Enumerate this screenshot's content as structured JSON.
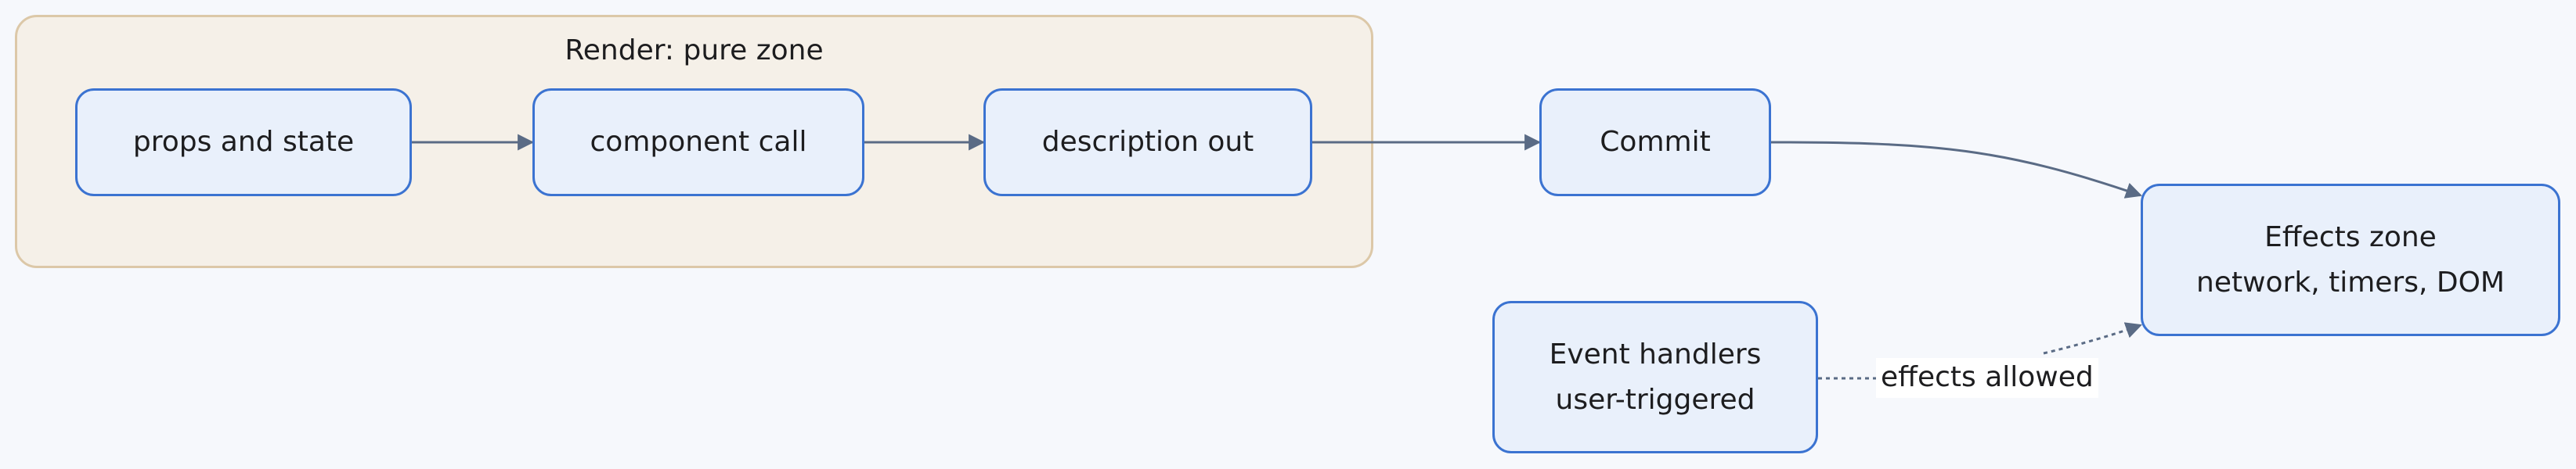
{
  "diagram": {
    "group": {
      "title": "Render: pure zone"
    },
    "nodes": {
      "props": {
        "label": "props and state"
      },
      "component": {
        "label": "component call"
      },
      "description": {
        "label": "description out"
      },
      "commit": {
        "label": "Commit"
      },
      "effects": {
        "line1": "Effects zone",
        "line2": "network, timers, DOM"
      },
      "events": {
        "line1": "Event handlers",
        "line2": "user-triggered"
      }
    },
    "edges": {
      "events_to_effects": {
        "label": "effects allowed"
      }
    },
    "colors": {
      "node_fill": "#e9f0fb",
      "node_border": "#3b73d1",
      "group_fill": "#f5f0e8",
      "group_border": "#dcc8a8",
      "edge": "#5a6b85"
    }
  }
}
